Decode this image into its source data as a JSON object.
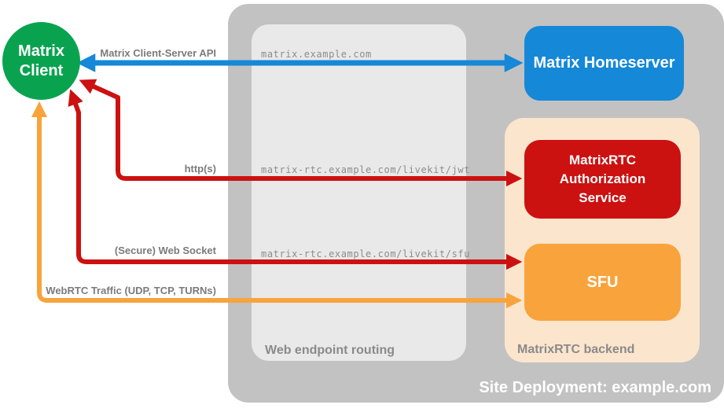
{
  "diagram_title": "Site Deployment: example.com",
  "client": {
    "label_line1": "Matrix",
    "label_line2": "Client"
  },
  "containers": {
    "site": {
      "label": "Site Deployment: example.com",
      "color": "#c2c2c2"
    },
    "routing": {
      "label": "Web endpoint routing",
      "color": "#e9e9e9"
    },
    "backend": {
      "label": "MatrixRTC backend",
      "color": "#fce5cd"
    }
  },
  "nodes": {
    "homeserver": {
      "label": "Matrix Homeserver",
      "color": "#1588d8"
    },
    "auth_service": {
      "label": "MatrixRTC Authorization Service",
      "color": "#cc1111"
    },
    "sfu": {
      "label": "SFU",
      "color": "#f9a33c"
    }
  },
  "connections": [
    {
      "name": "matrix-client-server-api",
      "label": "Matrix Client-Server API",
      "endpoint": "matrix.example.com",
      "from": "Matrix Client",
      "to": "Matrix Homeserver",
      "bidirectional": true,
      "color": "#1588d8"
    },
    {
      "name": "http",
      "label": "http(s)",
      "endpoint": "matrix-rtc.example.com/livekit/jwt",
      "from": "Matrix Client",
      "to": "MatrixRTC Authorization Service",
      "bidirectional": true,
      "color": "#cc1111"
    },
    {
      "name": "secure-web-socket",
      "label": "(Secure) Web Socket",
      "endpoint": "matrix-rtc.example.com/livekit/sfu",
      "from": "Matrix Client",
      "to": "SFU",
      "bidirectional": true,
      "color": "#cc1111"
    },
    {
      "name": "webrtc-traffic",
      "label": "WebRTC Traffic (UDP, TCP, TURNs)",
      "endpoint": "",
      "from": "Matrix Client",
      "to": "SFU",
      "bidirectional": true,
      "color": "#f9a33c"
    }
  ]
}
